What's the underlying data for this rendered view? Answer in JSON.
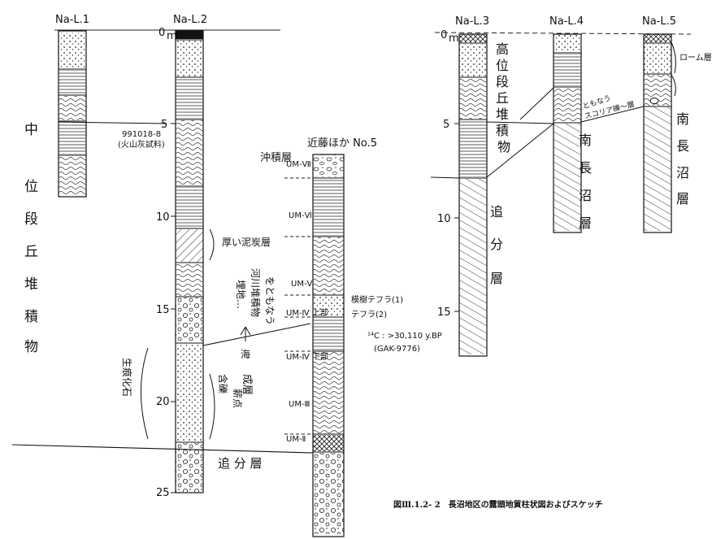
{
  "columns": {
    "l1": {
      "name": "Na-L.1"
    },
    "l2": {
      "name": "Na-L.2"
    },
    "l3": {
      "name": "Na-L.3"
    },
    "l4": {
      "name": "Na-L.4"
    },
    "l5": {
      "name": "Na-L.5"
    },
    "kondo": {
      "name": "近藤ほか No.5"
    }
  },
  "depth": {
    "unit": "m",
    "left_ticks": [
      "0",
      "5",
      "10",
      "15",
      "20",
      "25"
    ],
    "right_ticks": [
      "0",
      "5",
      "10",
      "15"
    ]
  },
  "labels": {
    "chui": [
      "中",
      "位",
      "段",
      "丘",
      "堆",
      "積",
      "物"
    ],
    "sample": "991018-8",
    "sample_note": "(火山灰試料)",
    "thick_mud": "厚い泥炭層",
    "river_a": "埋地…",
    "river_b": "河川堆積物",
    "river_c": "をともなう",
    "sea": "海",
    "shoryu": "生痕化石",
    "gravel_a": "含礫",
    "gravel_b": "薪点",
    "gravel_c": "成層",
    "oiwake_bottom": "追 分 層",
    "chuseki": "沖積層",
    "um_7": "UM-Ⅶ",
    "um_6": "UM-Ⅵ",
    "um_5": "UM-Ⅴ",
    "um_4u": "UM-Ⅳ 上部",
    "um_4l": "UM-Ⅳ 下部",
    "um_3": "UM-Ⅲ",
    "um_2": "UM-Ⅱ",
    "tephra1": "模樹テフラ(1)",
    "tephra2": "テフラ(2)",
    "c14": "¹⁴C : >30,110 y.BP",
    "gak": "(GAK-9776)",
    "koui": [
      "高",
      "位",
      "段",
      "丘",
      "堆",
      "積",
      "物"
    ],
    "oiwake_right": [
      "追",
      "分",
      "層"
    ],
    "minami_a": [
      "南",
      "長",
      "沼",
      "層"
    ],
    "minami_b": [
      "南",
      "長",
      "沼",
      "層"
    ],
    "loam": "ローム層",
    "tomonau": "ともなう",
    "gravel_note": "スコリア礫〜層"
  },
  "caption": "図Ⅲ.1.2- 2　長沼地区の露頭地質柱状図およびスケッチ"
}
